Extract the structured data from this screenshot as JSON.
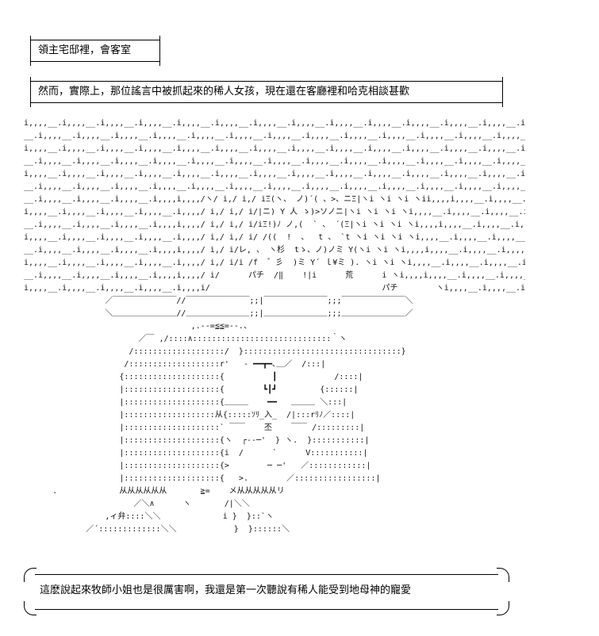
{
  "captions": [
    "領主宅邸裡，會客室",
    "然而，實際上，那位謠言中被抓起來的稀人女孩，現在還在客廳裡和哈克相談甚歡"
  ],
  "ascii_art": [
    "i,,,,__.i,,,,__.i,,,,__.i,,,,__.i,,,,__.i,,,,__.i,,,,__.i,,,,__.i,,,,__.i,,,,__.i,,,,__.i,,,,__.i,,,,__.i,,,,__.i,,,,__.i,,,,__.i",
    "__.i,,,,__.i,,,,__.i,,,,__.i,,,,__.i,,,,__.i,,,,__.i,,,,__.i,,,,__.i,,,,__.i,,,,__.i,,,,__.i,,,,__.i,,,,__.i,,,,__.i,,,,__.i,,",
    "i,,,,__.i,,,,__.i,,,,__.i,,,,__.i,,,,__.i,,,,__.i,,,,__.i,,,,__.i,,,,__.i,,,,__.i,,,,__.i,,,,__.i,,,,__.i,,,,__.i,,,,__.i,,,,__.i",
    "__.i,,,,__.i,,,,__.i,,,,__.i,,,,__.i,,,,__.i,,,,__.i,,,,__.i,,,,__.i,,,,__.i,,,,__.i,,,,__.i,,,,__.i,,,,__.i,,,,__.i,,,,__.i,,",
    "i,,,,__.i,,,,__.i,,,,__.i,,,,__.i,,,,__.i,,,,__.i,,,,__.i,,,,__.i,,,,__.i,,,,__.i,,,,__.i,,,,__.i,,,,__.i,,,,__.i,,,,__.i,,,,__.i",
    "__.i,,,,__.i,,,,__.i,,,,__.i,,,,__.i,,,,__.i,,,,__.i,,,,__.i,,,,__.i,,,,__.i,,,,__.i,,,,__.i,,,,__.i,,,,__.i,,,,__.i,,,,__.i,,",
    "__.i,,,,__.i,,,,__.i,,,,__.i,,,,i,,,,/ヽ/ i,/ i,/ iΞ(ヽ、 ノ)´( 、>、ニΞ|ヽi ヽi ヽi ヽii,,,,i,,,,__.i,,,,__.i,,,,__.i,,,,__",
    "i,,,,__.i,,,,__.i,,,,__.i,,,,__.i,,,,/ i,/ i,/ i/|ニ) Y 人 ゝ)>ソノニ|ヽi ヽi ヽi ヽi,,,,__.i,,,,__.i,,,,__.i,,,,__.i",
    "__.i,,,,__.i,,,,__.i,,,,__.i,,,,i,,,,/ i,/ i,/ i/iΞ!)ﾉ ノ,(  ` 、 ´(Ξ|ヽi ヽi ヽi ヽi,,,,i,,,,__.i,,,,__.i,,,,__.i,,,,__",
    "i,,,,__.i,,,,__.i,,,,__.i,,,,__.i,,,,/ i,/ i,/ i/ /((  !  、  t 、 `t ヽi ヽi ヽi ヽi,,,,__.i,,,,__.i,,,,__.i,,,,__.i",
    "__.i,,,,__.i,,,,__.i,,,,__.i,,,,i,,,,/ i,/ i/レ, 、 ヽ杉  tゝ、ノ)ノミ Y(ヽi ヽi ヽi,,,,i,,,,__.i,,,,__.i,,,,__.i,,,,__",
    "i,,,,__.i,,,,__.i,,,,__.i,,,,__.i,,,,/ i,/ i/i /f  ゛彡  )ミ Y´ ｌ¥ミ ). ヽi ヽi ヽi,,,,__.i,,,,__.i,,,,__.i,,,,__.i",
    "__.i,,,,__.i,,,,__.i,,,,__.i,,,,i,,,,/ i/      パチ  /‖    !|i      荒      i ヽi,,,,i,,,,__.i,,,,__.i,,,,__.i,,,,__",
    "i,,,,__.i,,,,__.i,,,,__.i,,,,__.i,,,,i/                                    パチ        ヽi,,,,__.i,,,,__.i,,,,__.i,,,,__.i",
    "                 ／￣￣￣￣￣￣￣￣//￣￣￣￣￣￣￣￣;;|￣￣￣￣￣￣￣￣;;;￣￣￣￣￣￣￣￣＼",
    "                 ＼＿＿＿＿＿＿＿＿//＿＿＿＿＿＿＿＿;;|＿＿＿＿＿＿＿＿;;;＿＿＿＿＿＿＿＿／",
    "                                   ,.-‐=≦≦=‐-.、",
    "                        ／￣ ,/::::∧:::::::::::::::::::::::::::::｀ヽ",
    "                      /:::::::::::::::::::/  }:::::::::::::::::::::::::::::::::}",
    "                     /:::::::::::::::::::r'   ‐ ━━┳━､＿／  /:::|",
    "                    {::::::::::::::::::::{          ┃            /::::|",
    "                    |::::::::::::::::::::{        ┗┃┛         {::::::|",
    "                    |::::::::::::::::::::{＿＿＿    ━━   ＿＿＿ ＼:::|",
    "                    |:::::::::::::::::::从{:::::ｿﾘ_入_  /|:::rﾘﾉ／::::|",
    "                    |::::::::::::::::::::` ￣￣    丕    ￣￣ /:::::::::|",
    "                    |::::::::::::::::::::{ヽ  ┌--─'  } ヽ.  }:::::::::::|",
    "                    |::::::::::::::::::::{i  /      `      V:::::::::::|",
    "                    |::::::::::::::::::::{>        ─ ─'   ／::::::::::::|",
    "                    |::::::::::::::::::::{   >.        ／:::::::::::::::::|",
    "      .             从从从从从从       ≧=    メ从从从从从リ",
    "                       ／＼∧      ヽ       /|＼＼",
    "                 ,ィ弁::::＼＼             i }  }::`ヽ",
    "             ／´:::::::::::::＼＼            }  }::::::＼"
  ],
  "speech": "這麽說起來牧師小姐也是很厲害啊，我還是第一次聽說有稀人能受到地母神的寵愛"
}
